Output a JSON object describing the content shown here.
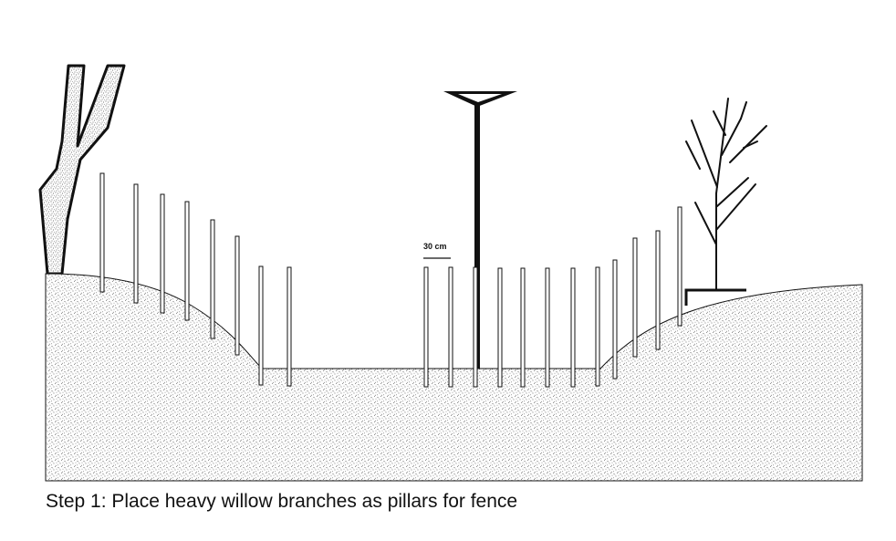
{
  "caption": "Step 1: Place heavy willow branches as pillars for fence",
  "scale_label": "30 cm",
  "colors": {
    "ground_dots": "#555555",
    "line": "#111111",
    "background": "#ffffff"
  },
  "pillars": {
    "left_bank": 8,
    "stream_bed": 8,
    "right_bank": 4
  },
  "icons": [
    "tree-trunk-icon",
    "bird-perch-icon",
    "sapling-tree-icon"
  ]
}
